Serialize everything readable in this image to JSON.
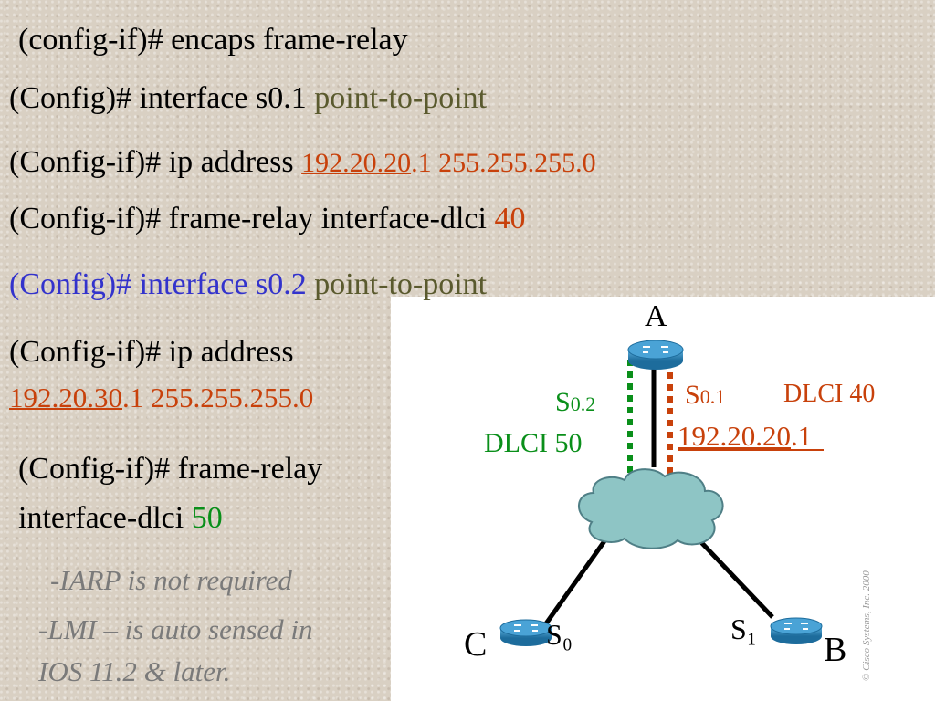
{
  "lines": {
    "l1": "(config-if)# encaps frame-relay",
    "l2a": "(Config)# interface s0.1",
    "l2b": "point-to-point",
    "l3a": "(Config-if)# ip address",
    "l3b": "192.20.20",
    "l3c": ".1 255.255.255.0",
    "l4a": "(Config-if)# frame-relay interface-dlci",
    "l4b": "40",
    "l5a": "(Config)# interface s0.2",
    "l5b": "point-to-point",
    "l6": "(Config-if)# ip address",
    "l7a": "192.20.30",
    "l7b": ".1  255.255.255.0",
    "l8": "(Config-if)# frame-relay",
    "l9a": "interface-dlci",
    "l9b": "50"
  },
  "notes": {
    "n1": "-IARP is not required",
    "n2": "-LMI – is auto sensed in",
    "n3": "IOS 11.2 & later."
  },
  "diagram": {
    "router_a": "A",
    "router_b": "B",
    "router_c": "C",
    "s01_s": "S",
    "s01_n": "0.1",
    "s02_s": "S",
    "s02_n": "0.2",
    "dlci40": "DLCI 40",
    "dlci50": "DLCI 50",
    "ip_a": "192.20.20",
    "ip_b": ".1",
    "c_port": "S₀",
    "b_port": "S₁",
    "copyright": "© Cisco Systems, Inc. 2000"
  },
  "colors": {
    "red": "#c8410b",
    "green": "#0a8f1a",
    "blue": "#3333cc",
    "olive": "#5a5a2e",
    "cloud": "#8ec5c5",
    "router": "#2f86b8"
  }
}
